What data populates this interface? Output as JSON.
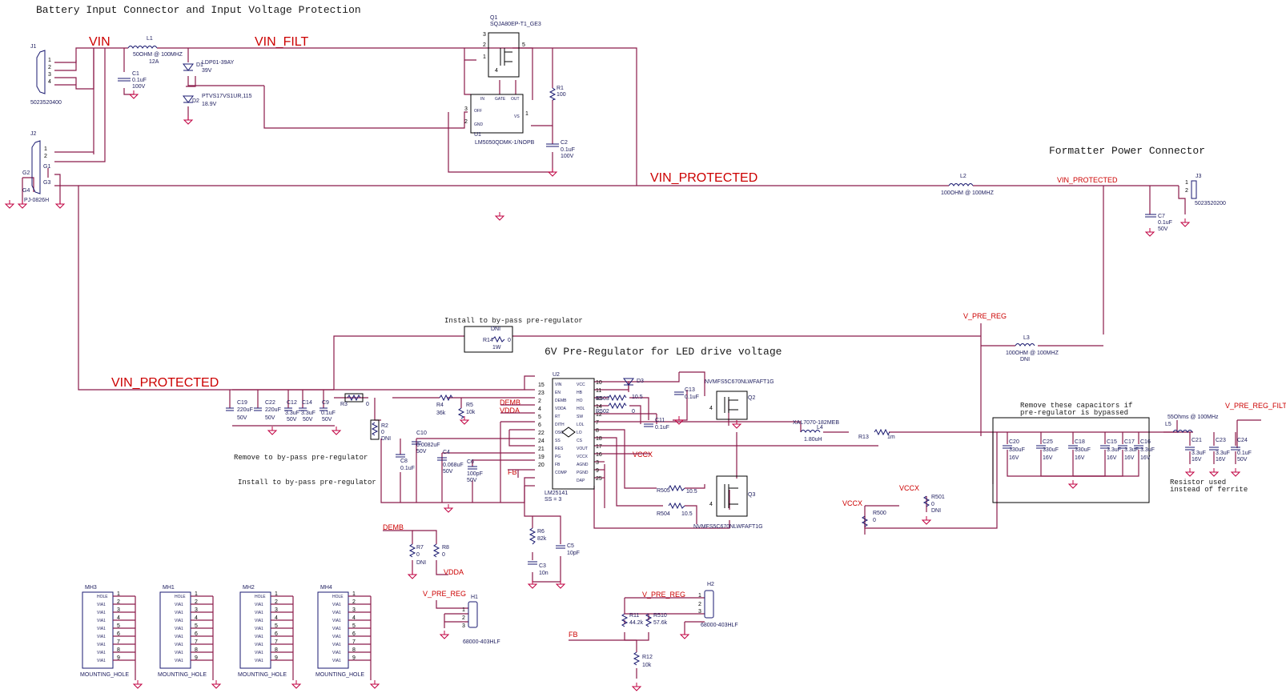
{
  "titles": {
    "battery": "Battery Input Connector and Input Voltage Protection",
    "formatter": "Formatter Power Connector",
    "prereg": "6V Pre-Regulator for LED drive voltage"
  },
  "notes": {
    "install_bypass": "Install to by-pass pre-regulator",
    "remove_bypass": "Remove to by-pass pre-regulator",
    "install_bypass2": "Install to by-pass pre-regulator",
    "remove_caps_1": "Remove these capacitors if",
    "remove_caps_2": "pre-regulator is bypassed",
    "resistor_used_1": "Resistor used",
    "resistor_used_2": "instead of ferrite"
  },
  "nets": {
    "vin": "VIN",
    "vin_filt": "VIN_FILT",
    "vin_protected_1": "VIN_PROTECTED",
    "vin_protected_2": "VIN_PROTECTED",
    "vin_protected_3": "VIN_PROTECTED",
    "v_pre_reg": "V_PRE_REG",
    "v_pre_reg_filt": "V_PRE_REG_FILT",
    "demb": "DEMB",
    "vdda": "VDDA",
    "vccx": "VCCX",
    "vccx2": "VCCX",
    "vccx3": "VCCX",
    "fb": "FB",
    "fb2": "FB",
    "demb2": "DEMB",
    "vdda2": "VDDA",
    "v_pre_reg2": "V_PRE_REG",
    "v_pre_reg3": "V_PRE_REG"
  },
  "components": {
    "j1": {
      "ref": "J1",
      "part": "5023520400"
    },
    "j2": {
      "ref": "J2",
      "part": "PJ-0826H",
      "g2": "G2",
      "g4": "G4",
      "g1": "G1",
      "g3": "G3"
    },
    "j3": {
      "ref": "J3",
      "part": "5023520200"
    },
    "l1": {
      "ref": "L1",
      "value": "50OHM @ 100MHZ",
      "rating": "12A"
    },
    "c1": {
      "ref": "C1",
      "value": "0.1uF",
      "rating": "100V"
    },
    "d1": {
      "ref": "D1",
      "part": "LDP01-39AY",
      "rating": "39V"
    },
    "d2": {
      "ref": "D2",
      "part": "PTVS17VS1UR,115",
      "rating": "18.9V"
    },
    "q1": {
      "ref": "Q1",
      "part": "SQJA80EP-T1_GE3"
    },
    "u1": {
      "ref": "U1",
      "part": "LM5050QDMK-1/NOPB"
    },
    "r1": {
      "ref": "R1",
      "value": "100"
    },
    "c2": {
      "ref": "C2",
      "value": "0.1uF",
      "rating": "100V"
    },
    "l2": {
      "ref": "L2",
      "value": "100OHM @ 100MHZ"
    },
    "c7": {
      "ref": "C7",
      "value": "0.1uF",
      "rating": "50V"
    },
    "l3": {
      "ref": "L3",
      "value": "100OHM @ 100MHZ",
      "dni": "DNI"
    },
    "r14": {
      "ref": "R14",
      "value": "0",
      "rating": "1W",
      "dni": "DNI"
    },
    "u2": {
      "ref": "U2",
      "part": "LM25141",
      "ss": "SS = 3"
    },
    "c19": {
      "ref": "C19",
      "value": "220uF",
      "rating": "50V"
    },
    "c22": {
      "ref": "C22",
      "value": "220uF",
      "rating": "50V"
    },
    "c12": {
      "ref": "C12",
      "value": "3.3uF",
      "rating": "50V"
    },
    "c14": {
      "ref": "C14",
      "value": "3.3uF",
      "rating": "50V"
    },
    "c9": {
      "ref": "C9",
      "value": "0.1uF",
      "rating": "50V"
    },
    "r3": {
      "ref": "R3",
      "value": "0"
    },
    "r2": {
      "ref": "R2",
      "value": "0",
      "dni": "DNI"
    },
    "r4": {
      "ref": "R4",
      "value": "36k"
    },
    "r5": {
      "ref": "R5",
      "value": "10k"
    },
    "c8": {
      "ref": "C8",
      "value": "0.1uF"
    },
    "c10": {
      "ref": "C10",
      "value": "0.0082uF",
      "rating": "50V"
    },
    "c4": {
      "ref": "C4",
      "value": "0.068uF",
      "rating": "50V"
    },
    "c6": {
      "ref": "C6",
      "value": "100pF",
      "rating": "50V"
    },
    "d3": {
      "ref": "D3"
    },
    "r503": {
      "ref": "R503",
      "value": "10.5"
    },
    "r502": {
      "ref": "R502",
      "value": "0"
    },
    "c11": {
      "ref": "C11",
      "value": "0.1uF"
    },
    "c13": {
      "ref": "C13",
      "value": "0.1uF"
    },
    "q2": {
      "ref": "Q2",
      "part": "NVMFS5C670NLWFAFT1G"
    },
    "q3": {
      "ref": "Q3",
      "part": "NVMFS5C670NLWFAFT1G"
    },
    "l4": {
      "ref": "L4",
      "part": "XAL7070-182MEB",
      "value": "1.80uH"
    },
    "r13": {
      "ref": "R13",
      "value": "1m"
    },
    "r505": {
      "ref": "R505",
      "value": "10.5"
    },
    "r504": {
      "ref": "R504",
      "value": "10.5"
    },
    "r6": {
      "ref": "R6",
      "value": "82k"
    },
    "c5": {
      "ref": "C5",
      "value": "10pF"
    },
    "c3": {
      "ref": "C3",
      "value": "10n"
    },
    "c20": {
      "ref": "C20",
      "value": "330uF",
      "rating": "16V"
    },
    "c25": {
      "ref": "C25",
      "value": "330uF",
      "rating": "16V"
    },
    "c18": {
      "ref": "C18",
      "value": "330uF",
      "rating": "16V"
    },
    "c15": {
      "ref": "C15",
      "value": "3.3uF",
      "rating": "16V"
    },
    "c17": {
      "ref": "C17",
      "value": "3.3uF",
      "rating": "16V"
    },
    "c16": {
      "ref": "C16",
      "value": "3.3uF",
      "rating": "16V"
    },
    "l5": {
      "ref": "L5",
      "value": "55Ohms @ 100MHz"
    },
    "c21": {
      "ref": "C21",
      "value": "3.3uF",
      "rating": "16V"
    },
    "c23": {
      "ref": "C23",
      "value": "3.3uF",
      "rating": "16V"
    },
    "c24": {
      "ref": "C24",
      "value": "0.1uF",
      "rating": "50V"
    },
    "r500": {
      "ref": "R500",
      "value": "0"
    },
    "r501": {
      "ref": "R501",
      "value": "0",
      "dni": "DNI"
    },
    "r7": {
      "ref": "R7",
      "value": "0",
      "dni": "DNI"
    },
    "r8": {
      "ref": "R8",
      "value": "0"
    },
    "h1": {
      "ref": "H1",
      "part": "68000-403HLF"
    },
    "h2": {
      "ref": "H2",
      "part": "68000-403HLF"
    },
    "r11": {
      "ref": "R11",
      "value": "44.2k"
    },
    "r510": {
      "ref": "R510",
      "value": "57.6k"
    },
    "r12": {
      "ref": "R12",
      "value": "10k"
    }
  },
  "u1_pins": {
    "in": "IN",
    "gate": "GATE",
    "out": "OUT",
    "off": "OFF",
    "gnd": "GND",
    "vs": "VS"
  },
  "u2_pins": {
    "left": [
      {
        "num": "15",
        "name": "VIN"
      },
      {
        "num": "23",
        "name": "EN"
      },
      {
        "num": "2",
        "name": "DEMB"
      },
      {
        "num": "4",
        "name": "VDDA"
      },
      {
        "num": "5",
        "name": "RT"
      },
      {
        "num": "6",
        "name": "DITH"
      },
      {
        "num": "22",
        "name": "OSC"
      },
      {
        "num": "24",
        "name": "SS"
      },
      {
        "num": "21",
        "name": "RES"
      },
      {
        "num": "19",
        "name": "PG"
      },
      {
        "num": "20",
        "name": "FB"
      },
      {
        "num": "",
        "name": "COMP"
      }
    ],
    "right": [
      {
        "num": "10",
        "name": "VCC"
      },
      {
        "num": "11",
        "name": "HB"
      },
      {
        "num": "13",
        "name": "HO"
      },
      {
        "num": "14",
        "name": "HOL"
      },
      {
        "num": "12",
        "name": "SW"
      },
      {
        "num": "7",
        "name": "LOL"
      },
      {
        "num": "8",
        "name": "LO"
      },
      {
        "num": "18",
        "name": "CS"
      },
      {
        "num": "17",
        "name": "VOUT"
      },
      {
        "num": "16",
        "name": "VCCX"
      },
      {
        "num": "3",
        "name": "AGND"
      },
      {
        "num": "9",
        "name": "PGND"
      },
      {
        "num": "25",
        "name": "DAP"
      }
    ],
    "ref": "U2"
  },
  "mounting_holes": [
    {
      "ref": "MH3",
      "part": "MOUNTING_HOLE"
    },
    {
      "ref": "MH1",
      "part": "MOUNTING_HOLE"
    },
    {
      "ref": "MH2",
      "part": "MOUNTING_HOLE"
    },
    {
      "ref": "MH4",
      "part": "MOUNTING_HOLE"
    }
  ],
  "mh_pins": [
    "HOLE",
    "VIA1",
    "VIA1",
    "VIA1",
    "VIA1",
    "VIA1",
    "VIA1",
    "VIA1",
    "VIA1"
  ],
  "mh_nums": [
    "1",
    "2",
    "3",
    "4",
    "5",
    "6",
    "7",
    "8",
    "9"
  ],
  "pin_nums": {
    "one": "1",
    "two": "2",
    "three": "3",
    "four": "4",
    "five": "5",
    "six": "6"
  },
  "colors": {
    "wire": "#8b1a4a",
    "net": "#cc0000",
    "ground": "#c00040",
    "part": "#1a1a70"
  }
}
